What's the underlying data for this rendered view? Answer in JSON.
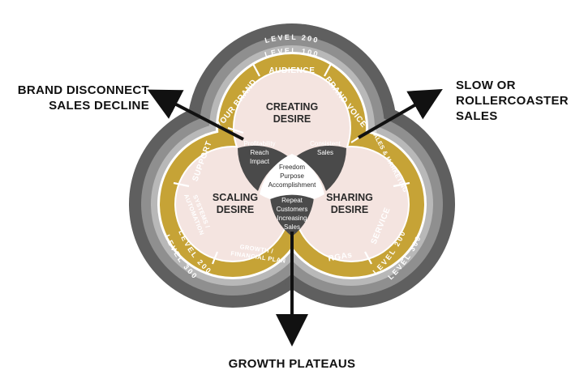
{
  "levels": {
    "level_300": "LEVEL 300",
    "level_200": "LEVEL 200",
    "level_100": "LEVEL 100"
  },
  "gold_ring": {
    "your_brand": "YOUR BRAND",
    "audience": "AUDIENCE",
    "brand_voice": "BRAND VOICE",
    "sales_marketing": "SALES & MARKETING",
    "service": "SERVICE",
    "rgas": "RGAs",
    "growth_plan_1": "GROWTH /",
    "growth_plan_2": "FINANCIAL PLAN",
    "systems_1": "SYSTEMS /",
    "systems_2": "AUTOMATION",
    "support": "SUPPORT"
  },
  "petals": {
    "creating_1": "CREATING",
    "creating_2": "DESIRE",
    "scaling_1": "SCALING",
    "scaling_2": "DESIRE",
    "sharing_1": "SHARING",
    "sharing_2": "DESIRE"
  },
  "lenses": {
    "left": [
      "Profitability",
      "Reach",
      "Impact"
    ],
    "right": [
      "Consistent",
      "Sales"
    ],
    "bottom": [
      "Repeat",
      "Customers",
      "Increasing",
      "Sales"
    ]
  },
  "center": [
    "Freedom",
    "Purpose",
    "Accomplishment"
  ],
  "outcomes": {
    "brand_disconnect": [
      "BRAND DISCONNECT",
      "SALES DECLINE"
    ],
    "slow_sales": [
      "SLOW OR",
      "ROLLERCOASTER",
      "SALES"
    ],
    "growth_plateaus": "GROWTH PLATEAUS"
  },
  "colors": {
    "level_300": "#5f5f5f",
    "level_200": "#8c8c8c",
    "level_100": "#b5b5b5",
    "gold": "#c6a336",
    "petal": "#f4e4e0",
    "lens": "#4a4a4a",
    "center": "#ffffff"
  }
}
